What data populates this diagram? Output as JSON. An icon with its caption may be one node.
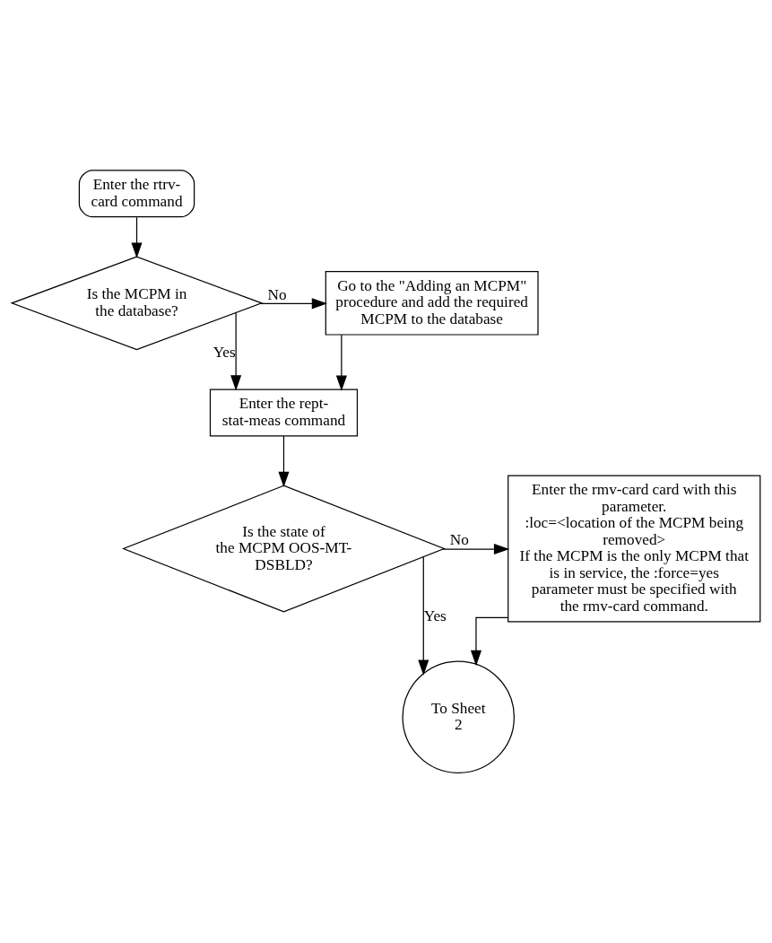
{
  "diagram": {
    "nodes": [
      {
        "text": [
          "Enter the rtrv-card command"
        ]
      },
      {
        "text": [
          "Is the MCPM in the database?"
        ]
      },
      {
        "text": [
          "Go to the \"Adding an MCPM\" procedure and add the required MCPM to the database"
        ]
      },
      {
        "text": [
          "Enter the rept-stat-meas command"
        ]
      },
      {
        "text": [
          "Is the state of the MCPM OOS-MT-DSBLD?"
        ]
      },
      {
        "text": [
          "Enter the rmv-card card with this parameter.",
          ":loc=<location of the MCPM being removed>",
          "If the MCPM is the only MCPM that is in service, the :force=yes parameter must be specified with the rmv-card command."
        ]
      },
      {
        "text": [
          "To Sheet 2"
        ]
      }
    ],
    "edges": [
      {
        "from": 0,
        "to": 1,
        "arrow": "to"
      },
      {
        "from": 1,
        "to": 2,
        "arrow": "to",
        "label": "No"
      },
      {
        "from": 1,
        "to": 3,
        "arrow": "to",
        "label": "Yes"
      },
      {
        "from": 2,
        "to": 3,
        "arrow": "to"
      },
      {
        "from": 3,
        "to": 4,
        "arrow": "to"
      },
      {
        "from": 4,
        "to": 5,
        "arrow": "to",
        "label": "No"
      },
      {
        "from": 4,
        "to": 6,
        "arrow": "to",
        "label": "Yes"
      },
      {
        "from": 5,
        "to": 6,
        "arrow": "to"
      }
    ]
  }
}
